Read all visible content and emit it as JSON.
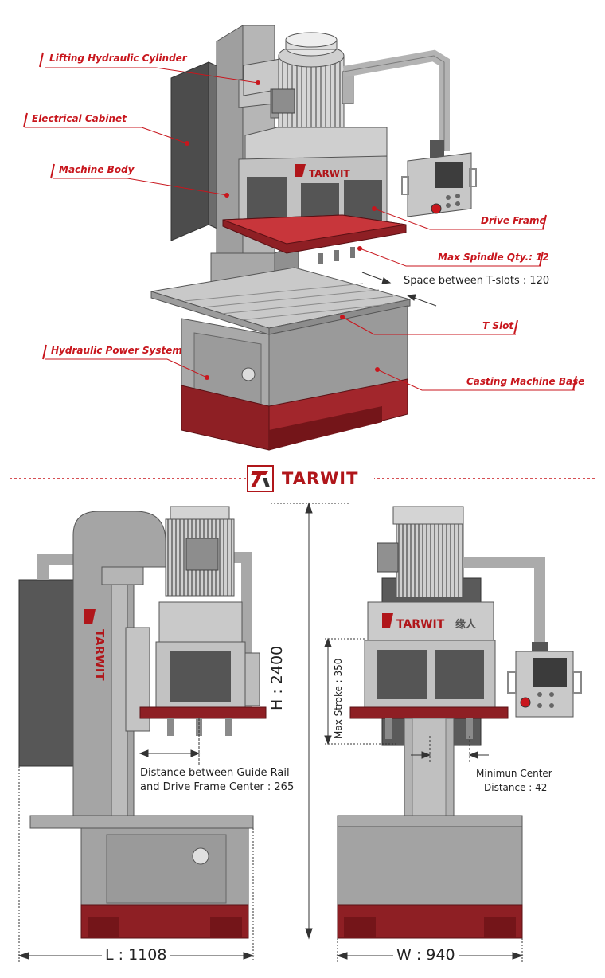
{
  "callouts": {
    "lifting_cylinder": "Lifting Hydraulic Cylinder",
    "electrical_cabinet": "Electrical Cabinet",
    "machine_body": "Machine Body",
    "drive_frame": "Drive Frame",
    "max_spindle": "Max Spindle Qty.: 12",
    "tslot_spacing": "Space between T-slots : 120",
    "t_slot": "T Slot",
    "hydraulic_power": "Hydraulic Power System",
    "casting_base": "Casting Machine Base"
  },
  "brand": {
    "name": "TARWIT",
    "chinese": "缘人"
  },
  "dimensions": {
    "height": "H : 2400",
    "length": "L : 1108",
    "width": "W : 940",
    "max_stroke": "Max Stroke : 350",
    "guide_distance_line1": "Distance between Guide Rail",
    "guide_distance_line2": "and Drive Frame Center : 265",
    "min_center_line1": "Minimun Center",
    "min_center_line2": "Distance : 42"
  },
  "colors": {
    "accent_red": "#c8161d",
    "dark_red": "#8e1f24",
    "body_grey": "#a4a4a4",
    "cabinet_grey": "#575757"
  }
}
